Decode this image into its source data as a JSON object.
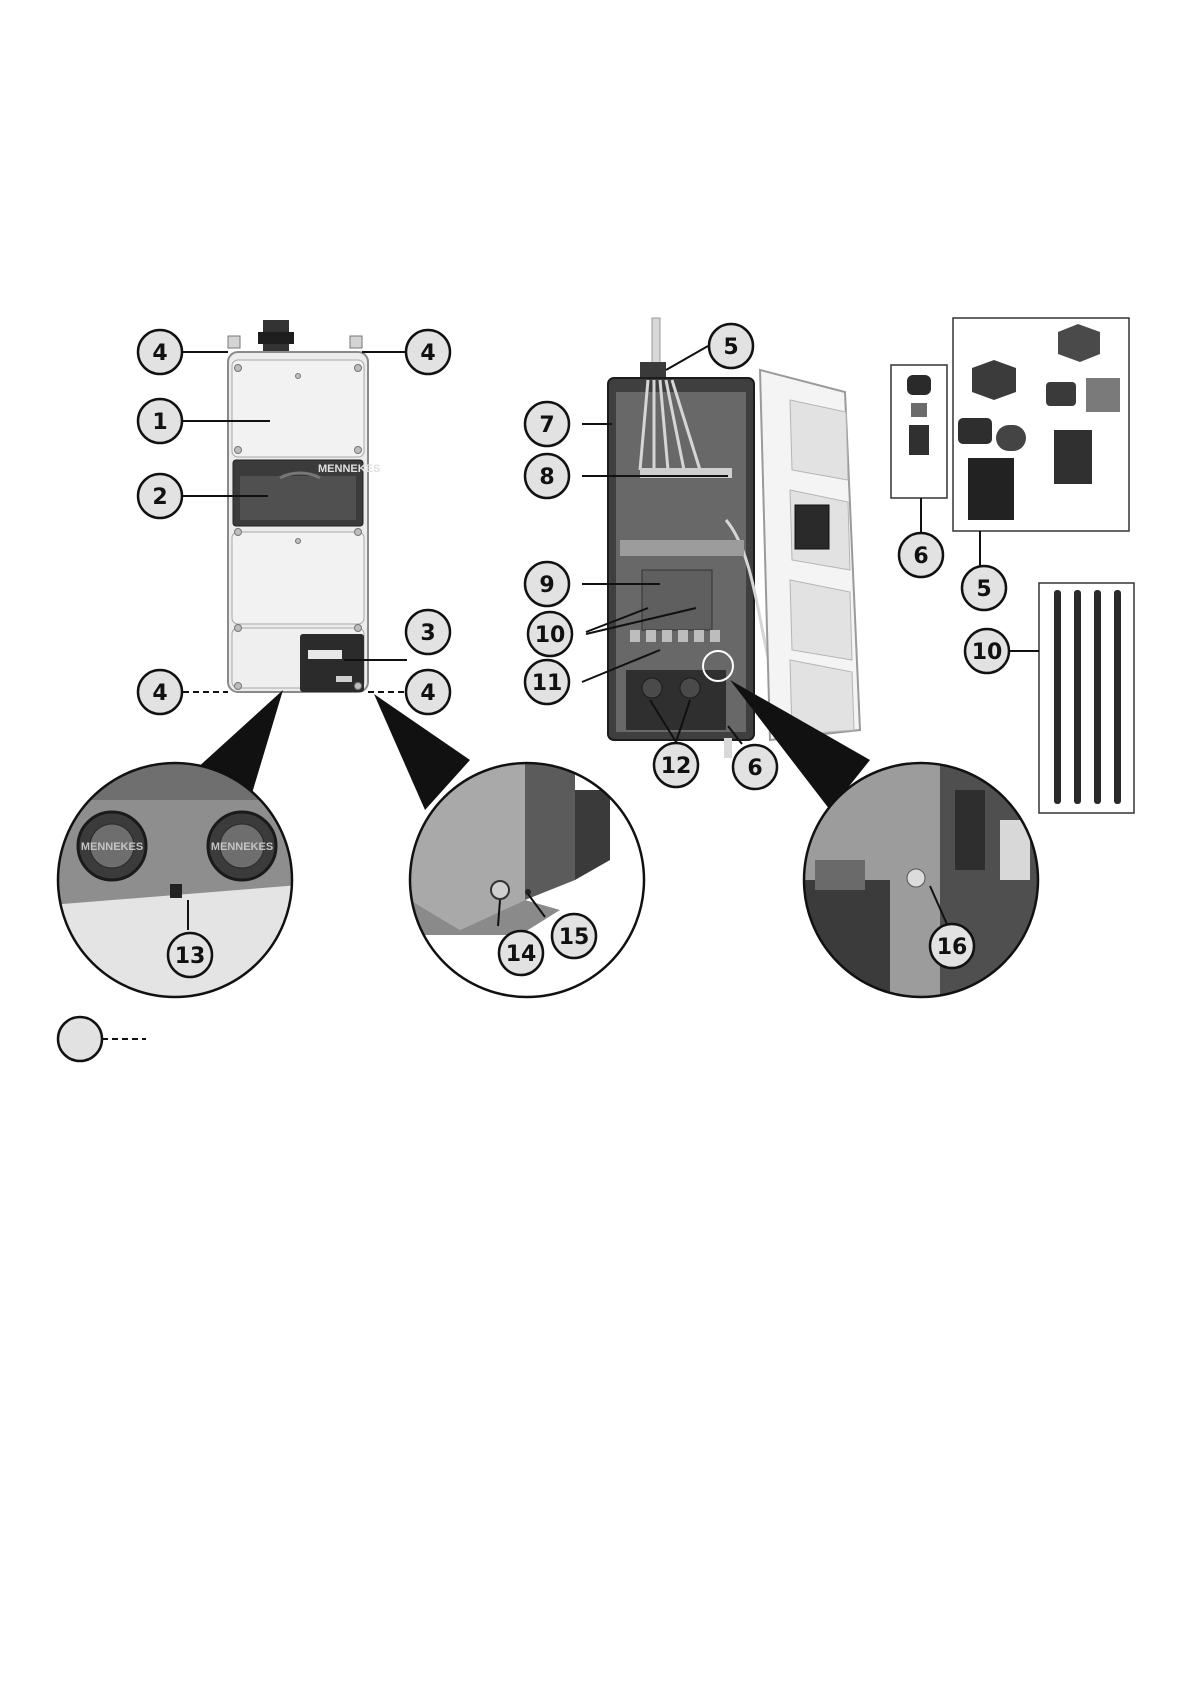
{
  "figure": {
    "brand_label": "MENNEKES",
    "cap_label": "MENNEKES",
    "callouts": [
      {
        "id": "c4a",
        "label": "4"
      },
      {
        "id": "c4b",
        "label": "4"
      },
      {
        "id": "c1",
        "label": "1"
      },
      {
        "id": "c2",
        "label": "2"
      },
      {
        "id": "c3",
        "label": "3"
      },
      {
        "id": "c4c",
        "label": "4"
      },
      {
        "id": "c4d",
        "label": "4"
      },
      {
        "id": "c13",
        "label": "13"
      },
      {
        "id": "c14",
        "label": "14"
      },
      {
        "id": "c15",
        "label": "15"
      },
      {
        "id": "c5a",
        "label": "5"
      },
      {
        "id": "c7",
        "label": "7"
      },
      {
        "id": "c8",
        "label": "8"
      },
      {
        "id": "c9",
        "label": "9"
      },
      {
        "id": "c10a",
        "label": "10"
      },
      {
        "id": "c11",
        "label": "11"
      },
      {
        "id": "c12",
        "label": "12"
      },
      {
        "id": "c6a",
        "label": "6"
      },
      {
        "id": "c16",
        "label": "16"
      },
      {
        "id": "c6b",
        "label": "6"
      },
      {
        "id": "c5b",
        "label": "5"
      },
      {
        "id": "c10b",
        "label": "10"
      }
    ],
    "legend_symbol": {
      "label": ""
    },
    "colors": {
      "callout_fill": "#e2e2e2",
      "callout_stroke": "#111111",
      "housing": "#e9e9e9",
      "dark": "#2b2b2b",
      "backplate": "#5a5a5a"
    }
  }
}
